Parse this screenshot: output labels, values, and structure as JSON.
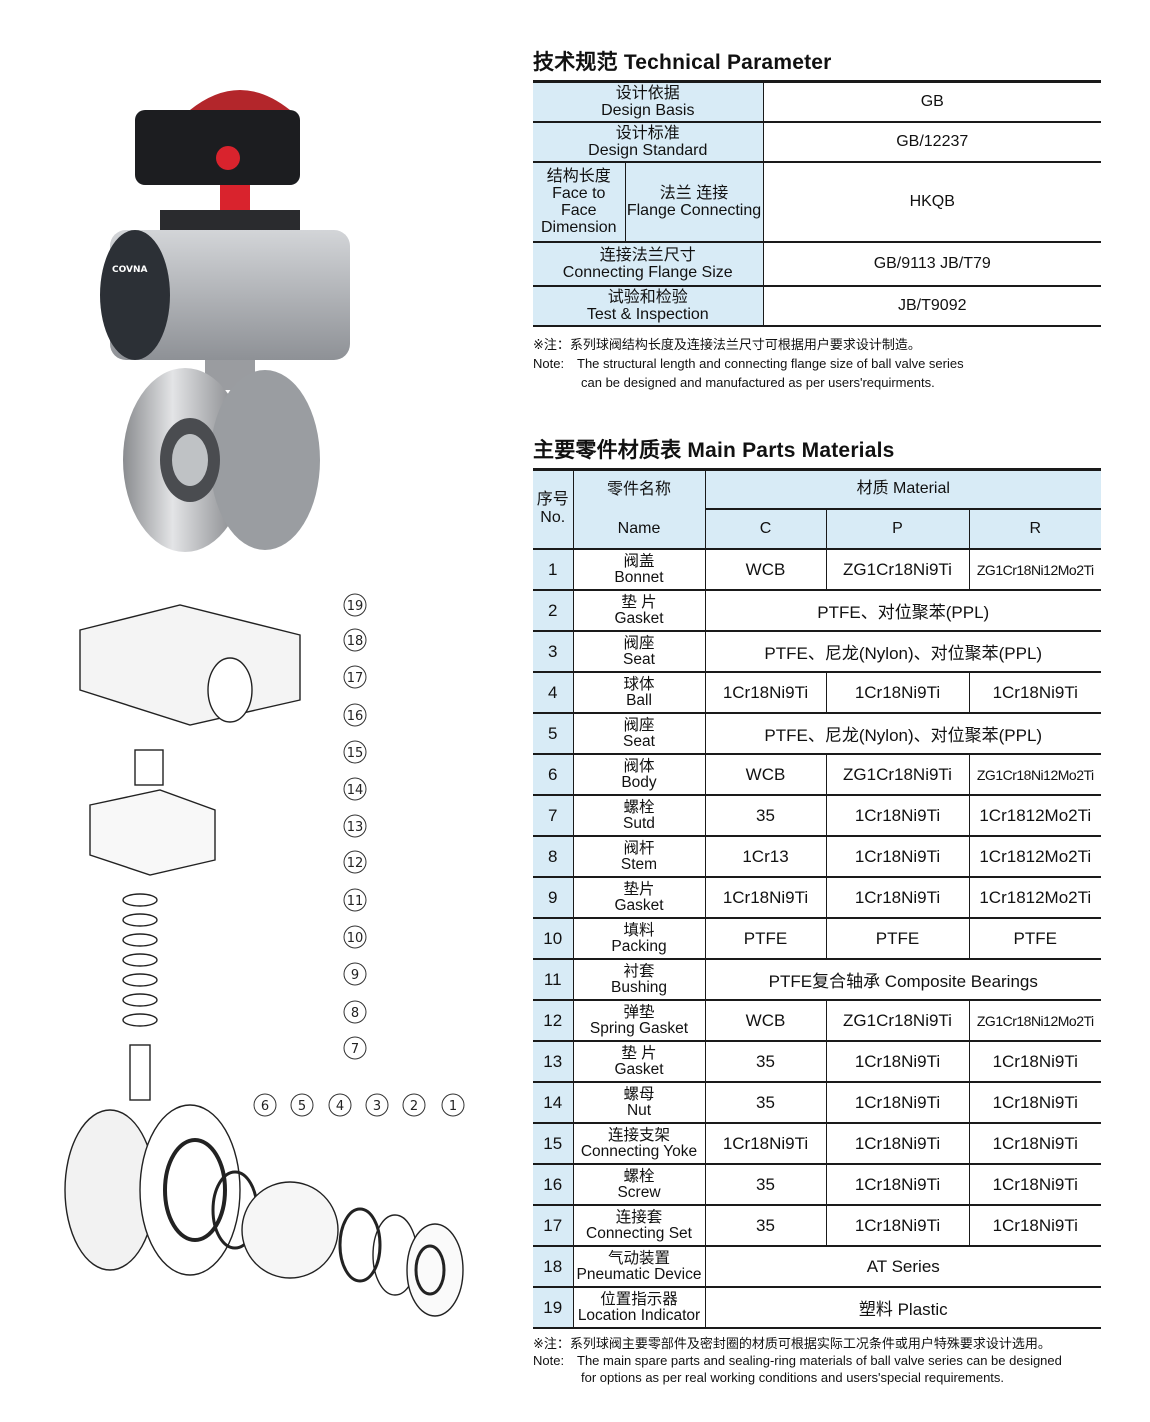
{
  "technical": {
    "title": "技术规范 Technical Parameter",
    "rows": [
      {
        "zh": "设计依据",
        "en": "Design Basis",
        "value": "GB"
      },
      {
        "zh": "设计标准",
        "en": "Design Standard",
        "value": "GB/12237"
      },
      {
        "zh": "结构长度",
        "en": "Face to Face Dimension",
        "zh2": "法兰 连接",
        "en2": "Flange Connecting",
        "value": "HKQB"
      },
      {
        "zh": "连接法兰尺寸",
        "en": "Connecting Flange Size",
        "value": "GB/9113 JB/T79"
      },
      {
        "zh": "试验和检验",
        "en": "Test & Inspection",
        "value": "JB/T9092"
      }
    ],
    "note_zh": "※注：系列球阀结构长度及连接法兰尺寸可根据用户要求设计制造。",
    "note_label": "Note:",
    "note_en1": "The structural length and connecting flange size of ball valve series",
    "note_en2": "can be designed and manufactured as per users'requirments."
  },
  "materials": {
    "title": "主要零件材质表 Main Parts Materials",
    "header": {
      "no_zh": "序号",
      "no_en": "No.",
      "name_zh": "零件名称",
      "name_en": "Name",
      "material": "材质 Material",
      "c": "C",
      "p": "P",
      "r": "R"
    },
    "rows": [
      {
        "no": "1",
        "zh": "阀盖",
        "en": "Bonnet",
        "c": "WCB",
        "p": "ZG1Cr18Ni9Ti",
        "r": "ZG1Cr18Ni12Mo2Ti"
      },
      {
        "no": "2",
        "zh": "垫 片",
        "en": "Gasket",
        "span": "PTFE、对位聚苯(PPL)"
      },
      {
        "no": "3",
        "zh": "阀座",
        "en": "Seat",
        "span": "PTFE、尼龙(Nylon)、对位聚苯(PPL)"
      },
      {
        "no": "4",
        "zh": "球体",
        "en": "Ball",
        "c": "1Cr18Ni9Ti",
        "p": "1Cr18Ni9Ti",
        "r": "1Cr18Ni9Ti"
      },
      {
        "no": "5",
        "zh": "阀座",
        "en": "Seat",
        "span": "PTFE、尼龙(Nylon)、对位聚苯(PPL)"
      },
      {
        "no": "6",
        "zh": "阀体",
        "en": "Body",
        "c": "WCB",
        "p": "ZG1Cr18Ni9Ti",
        "r": "ZG1Cr18Ni12Mo2Ti"
      },
      {
        "no": "7",
        "zh": "螺栓",
        "en": "Sutd",
        "c": "35",
        "p": "1Cr18Ni9Ti",
        "r": "1Cr1812Mo2Ti"
      },
      {
        "no": "8",
        "zh": "阀杆",
        "en": "Stem",
        "c": "1Cr13",
        "p": "1Cr18Ni9Ti",
        "r": "1Cr1812Mo2Ti"
      },
      {
        "no": "9",
        "zh": "垫片",
        "en": "Gasket",
        "c": "1Cr18Ni9Ti",
        "p": "1Cr18Ni9Ti",
        "r": "1Cr1812Mo2Ti"
      },
      {
        "no": "10",
        "zh": "填料",
        "en": "Packing",
        "c": "PTFE",
        "p": "PTFE",
        "r": "PTFE"
      },
      {
        "no": "11",
        "zh": "衬套",
        "en": "Bushing",
        "span": "PTFE复合轴承 Composite Bearings"
      },
      {
        "no": "12",
        "zh": "弹垫",
        "en": "Spring Gasket",
        "c": "WCB",
        "p": "ZG1Cr18Ni9Ti",
        "r": "ZG1Cr18Ni12Mo2Ti"
      },
      {
        "no": "13",
        "zh": "垫 片",
        "en": "Gasket",
        "c": "35",
        "p": "1Cr18Ni9Ti",
        "r": "1Cr18Ni9Ti"
      },
      {
        "no": "14",
        "zh": "螺母",
        "en": "Nut",
        "c": "35",
        "p": "1Cr18Ni9Ti",
        "r": "1Cr18Ni9Ti"
      },
      {
        "no": "15",
        "zh": "连接支架",
        "en": "Connecting Yoke",
        "c": "1Cr18Ni9Ti",
        "p": "1Cr18Ni9Ti",
        "r": "1Cr18Ni9Ti"
      },
      {
        "no": "16",
        "zh": "螺栓",
        "en": "Screw",
        "c": "35",
        "p": "1Cr18Ni9Ti",
        "r": "1Cr18Ni9Ti"
      },
      {
        "no": "17",
        "zh": "连接套",
        "en": "Connecting Set",
        "c": "35",
        "p": "1Cr18Ni9Ti",
        "r": "1Cr18Ni9Ti"
      },
      {
        "no": "18",
        "zh": "气动装置",
        "en": "Pneumatic Device",
        "span": "AT Series"
      },
      {
        "no": "19",
        "zh": "位置指示器",
        "en": "Location Indicator",
        "span": "塑料 Plastic"
      }
    ],
    "note_zh": "※注：系列球阀主要零部件及密封圈的材质可根据实际工况条件或用户特殊要求设计选用。",
    "note_label": "Note:",
    "note_en1": "The main spare parts and sealing-ring materials of ball valve series can be designed",
    "note_en2": "for options as per real working conditions and users'special requirements."
  },
  "product_image": {
    "brand": "COVNA"
  },
  "diagram": {
    "callouts": [
      "19",
      "18",
      "17",
      "16",
      "15",
      "14",
      "13",
      "12",
      "11",
      "10",
      "9",
      "8",
      "7",
      "6",
      "5",
      "4",
      "3",
      "2",
      "1"
    ]
  },
  "colors": {
    "header_fill": "#d8ebf6",
    "rule": "#1a1a1a"
  }
}
